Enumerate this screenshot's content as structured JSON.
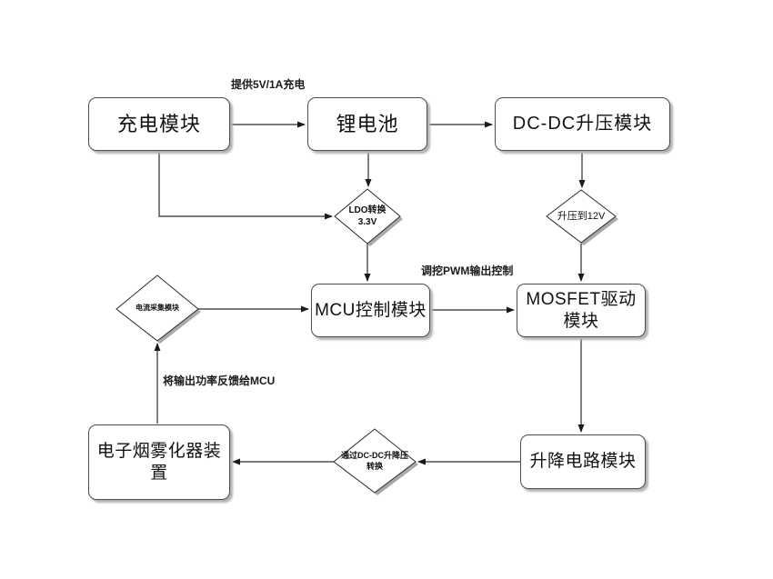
{
  "diagram": {
    "title_hint": "e-cigarette power control flowchart",
    "colors": {
      "background": "#ffffff",
      "line": "#2b2b2b",
      "box_border": "#4d4d4d",
      "shadow": "#b3b3b3",
      "text": "#111111"
    },
    "nodes": {
      "charge": {
        "label": "充电模块"
      },
      "battery": {
        "label": "锂电池"
      },
      "dcdc_boost": {
        "label": "DC-DC升压模块"
      },
      "mcu": {
        "label": "MCU控制模块"
      },
      "mosfet_driver": {
        "label": "MOSFET驱动模块"
      },
      "atomizer": {
        "label": "电子烟雾化器装置"
      },
      "buck_boost_circuit": {
        "label": "升降电路模块"
      }
    },
    "decisions": {
      "ldo": {
        "line1": "LDO转换",
        "line2": "3.3V"
      },
      "boost12v": {
        "label": "升压到12V"
      },
      "current_sense": {
        "label": "电流采集模块"
      },
      "dcdc_convert": {
        "line1": "通过DC-DC升降压",
        "line2": "转换"
      }
    },
    "edge_labels": {
      "charge_to_battery": "提供5V/1A充电",
      "mcu_to_mosfet": "调挖PWM输出控制",
      "atomizer_feedback": "将输出功率反馈给MCU"
    }
  }
}
